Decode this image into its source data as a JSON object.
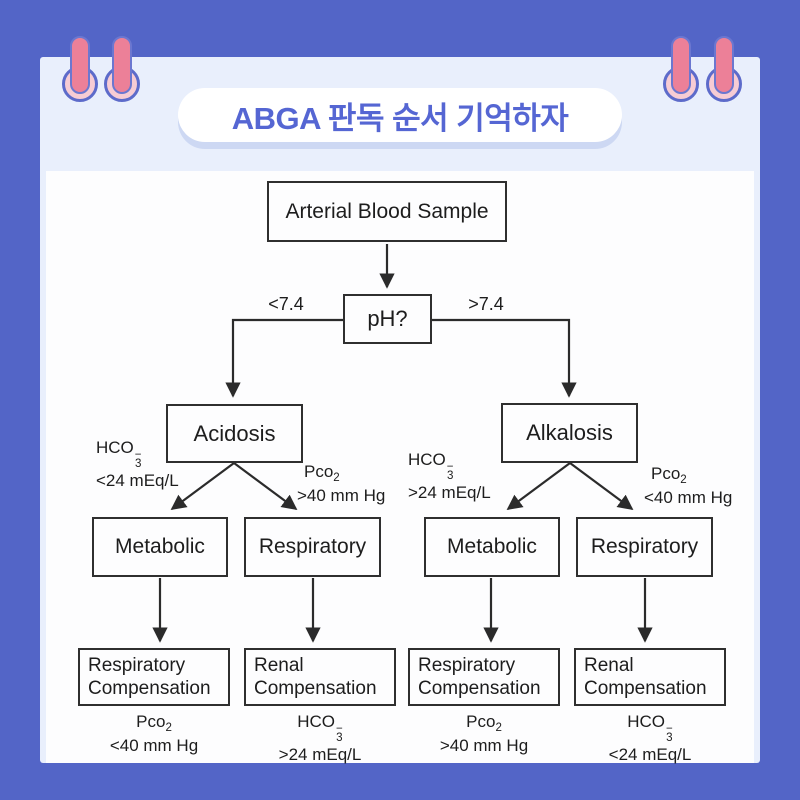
{
  "poster": {
    "background_color": "#5365c7",
    "card_color": "#e9effc",
    "pill_color": "#ffffff",
    "pill_shadow_color": "#cdd8f3",
    "title_color": "#5566d3",
    "pin_color": "#ec8098",
    "pin_ring_color": "#f7ccd4",
    "pin_outline_color": "#5d6bca",
    "ink_color": "#1d1d1d"
  },
  "header": {
    "title": "ABGA 판독 순서 기억하자"
  },
  "flowchart": {
    "nodes": {
      "arterial": {
        "label": "Arterial Blood Sample"
      },
      "ph": {
        "label": "pH?"
      },
      "acidosis": {
        "label": "Acidosis"
      },
      "alkalosis": {
        "label": "Alkalosis"
      },
      "metabolic_acid": {
        "label": "Metabolic"
      },
      "respiratory_acid": {
        "label": "Respiratory"
      },
      "metabolic_alk": {
        "label": "Metabolic"
      },
      "respiratory_alk": {
        "label": "Respiratory"
      },
      "resp_comp_acid": {
        "line1": "Respiratory",
        "line2": "Compensation"
      },
      "renal_comp_acid": {
        "line1": "Renal",
        "line2": "Compensation"
      },
      "resp_comp_alk": {
        "line1": "Respiratory",
        "line2": "Compensation"
      },
      "renal_comp_alk": {
        "line1": "Renal",
        "line2": "Compensation"
      }
    },
    "branches": {
      "ph_low": "<7.4",
      "ph_high": ">7.4"
    },
    "formulas": {
      "hco3": {
        "base": "HCO",
        "sub": "3",
        "sup": "−"
      },
      "pco2": {
        "base": "Pco",
        "sub": "2"
      }
    },
    "conditions": {
      "acidosis_metabolic": "<24 mEq/L",
      "acidosis_respiratory": ">40 mm Hg",
      "alkalosis_metabolic": ">24 mEq/L",
      "alkalosis_respiratory": "<40 mm Hg",
      "resp_comp_acid": "<40 mm Hg",
      "renal_comp_acid": ">24 mEq/L",
      "resp_comp_alk": ">40 mm Hg",
      "renal_comp_alk": "<24 mEq/L"
    }
  }
}
